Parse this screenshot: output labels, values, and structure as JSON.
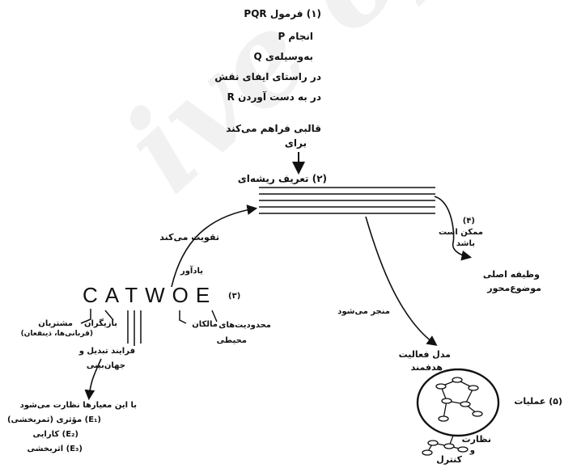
{
  "block1": {
    "line1": "(۱) فرمول PQR",
    "line2": "انجام P",
    "line3": "به‌وسیله‌ی Q",
    "line4": "در راستای ایفای نقش",
    "line5": "در به دست آوردن R"
  },
  "arrow1_label_1": "قالبی فراهم می‌کند",
  "arrow1_label_2": "برای",
  "root_definition": "(۲) تعریف ریشه‌ای",
  "reinforce_label": "تقویت می‌کند",
  "reminder_label": "یادآور",
  "catwoe": {
    "letters": "CATWOE",
    "number": "(۳)"
  },
  "customers": {
    "title": "مشتریان",
    "sub": "(قربانی‌ها، ذینفعان)"
  },
  "actors": "بازیگران",
  "transformation_1": "فرایند تبدیل و",
  "transformation_2": "جهان‌بینی",
  "owners": "مالکان",
  "environment_1": "محدودیت‌های",
  "environment_2": "محیطی",
  "branch4": {
    "label": "(۴)",
    "line1": "ممکن است",
    "line2": "باشد",
    "target1": "وظیفه اصلی",
    "target2": "موضوع‌محور"
  },
  "leads_label": "منجر می‌شود",
  "model": {
    "line1": "مدل فعالیت",
    "line2": "هدفمند"
  },
  "operations_label": "(۵) عملیات",
  "monitoring_1": "نظارت",
  "monitoring_2": "و",
  "monitoring_3": "کنترل",
  "criteria": {
    "intro": "با این معیارها نظارت می‌شود",
    "e1": "(E₁) مؤثری (ثمربخشی)",
    "e2": "(E₂) کارایی",
    "e3": "(E₃) اثربخشی"
  },
  "watermark": "ive of SI"
}
